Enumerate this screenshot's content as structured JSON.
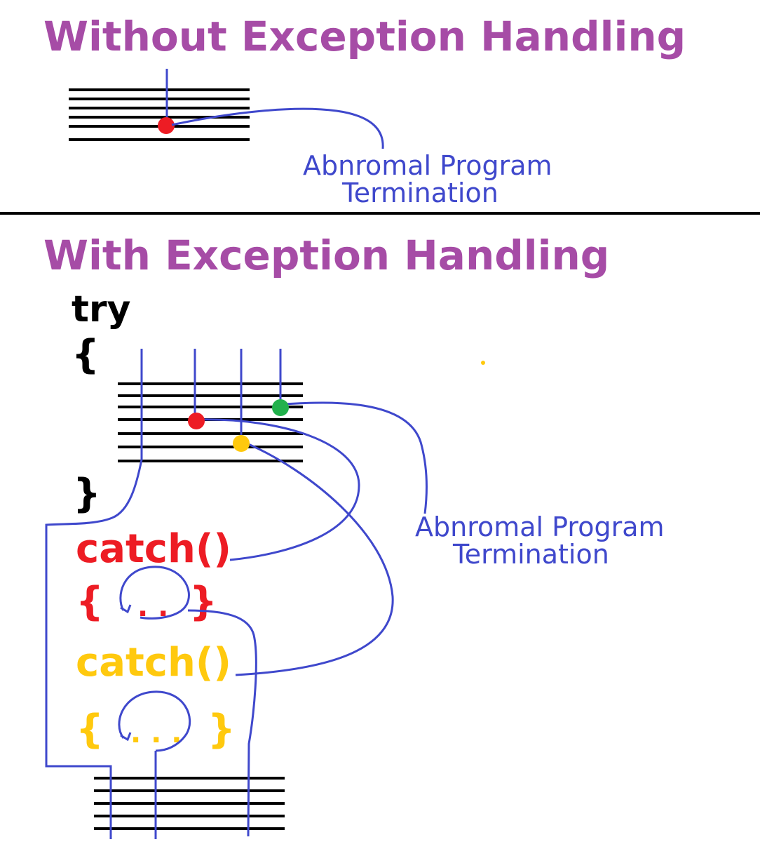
{
  "colors": {
    "heading": "#a64ca6",
    "flow": "#3f48cc",
    "statement": "#000000",
    "error": "#ed1c24",
    "warning": "#ffc90e",
    "ok": "#22b14c",
    "code": "#000000"
  },
  "top": {
    "title": "Without Exception Handling",
    "annotation_line1": "Abnromal Program",
    "annotation_line2": "Termination"
  },
  "bottom": {
    "title": "With Exception Handling",
    "try_keyword": "try",
    "try_open": "{",
    "try_close": "}",
    "catch1_header": "catch()",
    "catch1_body_open": "{",
    "catch1_body_dots": ". .",
    "catch1_body_close": "}",
    "catch2_header": "catch()",
    "catch2_body_open": "{",
    "catch2_body_dots": ". . .",
    "catch2_body_close": "}",
    "annotation_line1": "Abnromal Program",
    "annotation_line2": "Termination"
  }
}
